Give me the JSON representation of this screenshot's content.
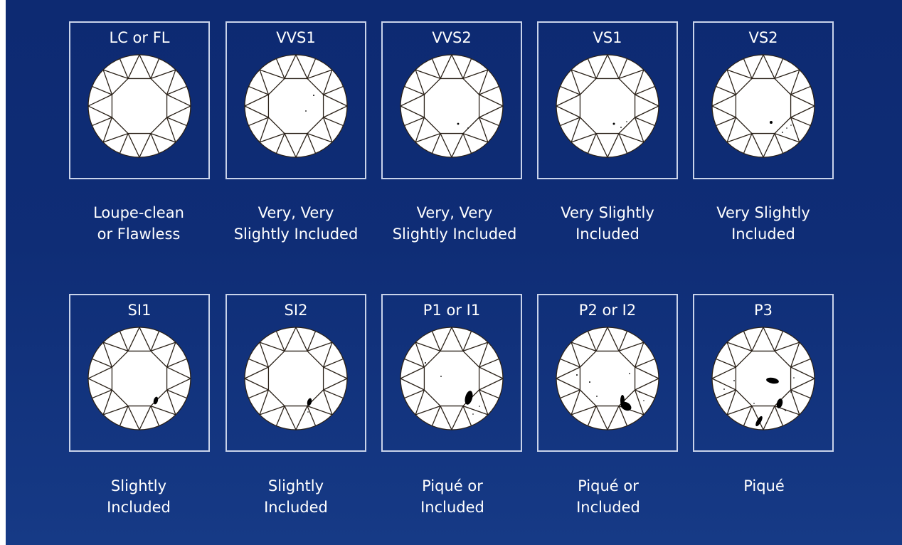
{
  "colors": {
    "background": "#0f2d76",
    "border": "#c9d3ea",
    "stone": "#ffffff",
    "facet_line": "#2a2118",
    "inclusion": "#000000",
    "text": "#ffffff"
  },
  "grades": [
    {
      "code": "LC or FL",
      "description": [
        "Loupe-clean",
        "or Flawless"
      ],
      "inclusion_level": "none"
    },
    {
      "code": "VVS1",
      "description": [
        "Very, Very",
        "Slightly Included"
      ],
      "inclusion_level": "very-very-slight"
    },
    {
      "code": "VVS2",
      "description": [
        "Very, Very",
        "Slightly Included"
      ],
      "inclusion_level": "very-very-slight"
    },
    {
      "code": "VS1",
      "description": [
        "Very Slightly",
        "Included"
      ],
      "inclusion_level": "very-slight"
    },
    {
      "code": "VS2",
      "description": [
        "Very Slightly",
        "Included"
      ],
      "inclusion_level": "very-slight"
    },
    {
      "code": "SI1",
      "description": [
        "Slightly",
        "Included"
      ],
      "inclusion_level": "slight"
    },
    {
      "code": "SI2",
      "description": [
        "Slightly",
        "Included"
      ],
      "inclusion_level": "slight"
    },
    {
      "code": "P1 or I1",
      "description": [
        "Piqué or",
        "Included"
      ],
      "inclusion_level": "included"
    },
    {
      "code": "P2 or I2",
      "description": [
        "Piqué or",
        "Included"
      ],
      "inclusion_level": "included"
    },
    {
      "code": "P3",
      "description": [
        "Piqué"
      ],
      "inclusion_level": "heavily-included"
    }
  ]
}
